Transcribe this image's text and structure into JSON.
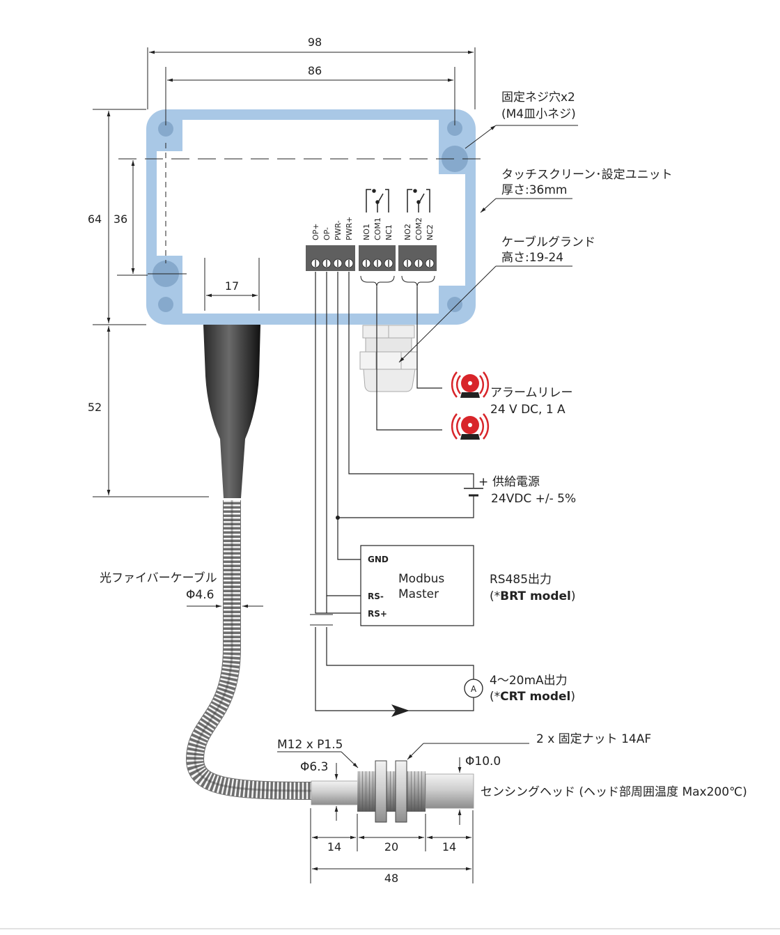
{
  "dimensions": {
    "width_98": "98",
    "width_86": "86",
    "height_64": "64",
    "height_36": "36",
    "width_17": "17",
    "length_52": "52",
    "d_14a": "14",
    "d_20": "20",
    "d_14b": "14",
    "d_48": "48"
  },
  "labels": {
    "screw_line1": "固定ネジ穴x2",
    "screw_line2": "(M4皿小ネジ)",
    "touch_line1": "タッチスクリーン･設定ユニット",
    "touch_line2": "厚さ:36mm",
    "gland_line1": "ケーブルグランド",
    "gland_line2": "高さ:19-24",
    "alarm_line1": "アラームリレー",
    "alarm_line2": "24 V DC, 1 A",
    "power_plus": "+",
    "power_line1": "供給電源",
    "power_line2": "24VDC +/- 5%",
    "fiber_line1": "光ファイバーケーブル",
    "fiber_line2": "Φ4.6",
    "modbus_line1": "Modbus",
    "modbus_line2": "Master",
    "gnd": "GND",
    "rs_minus": "RS-",
    "rs_plus": "RS+",
    "rs485_line1": "RS485出力",
    "rs485_line2a": "(*",
    "rs485_bold": "BRT model",
    "rs485_line2b": ")",
    "ma_line1": "4～20mA出力",
    "ma_line2a": "(*",
    "ma_bold": "CRT model",
    "ma_line2b": ")",
    "ammeter": "A",
    "thread": "M12 x P1.5",
    "nut": "2 x 固定ナット 14AF",
    "phi63": "Φ6.3",
    "phi10": "Φ10.0",
    "head": "センシングヘッド (ヘッド部周囲温度 Max200℃)"
  },
  "terminals": [
    "OP+",
    "OP-",
    "PWR-",
    "PWR+",
    "NO1",
    "COM1",
    "NC1",
    "NO2",
    "COM2",
    "NC2"
  ],
  "colors": {
    "housing": "#a9c8e6",
    "hole": "#86a9cc",
    "alarm_red": "#d8252a",
    "terminal": "#5f5f5f"
  }
}
